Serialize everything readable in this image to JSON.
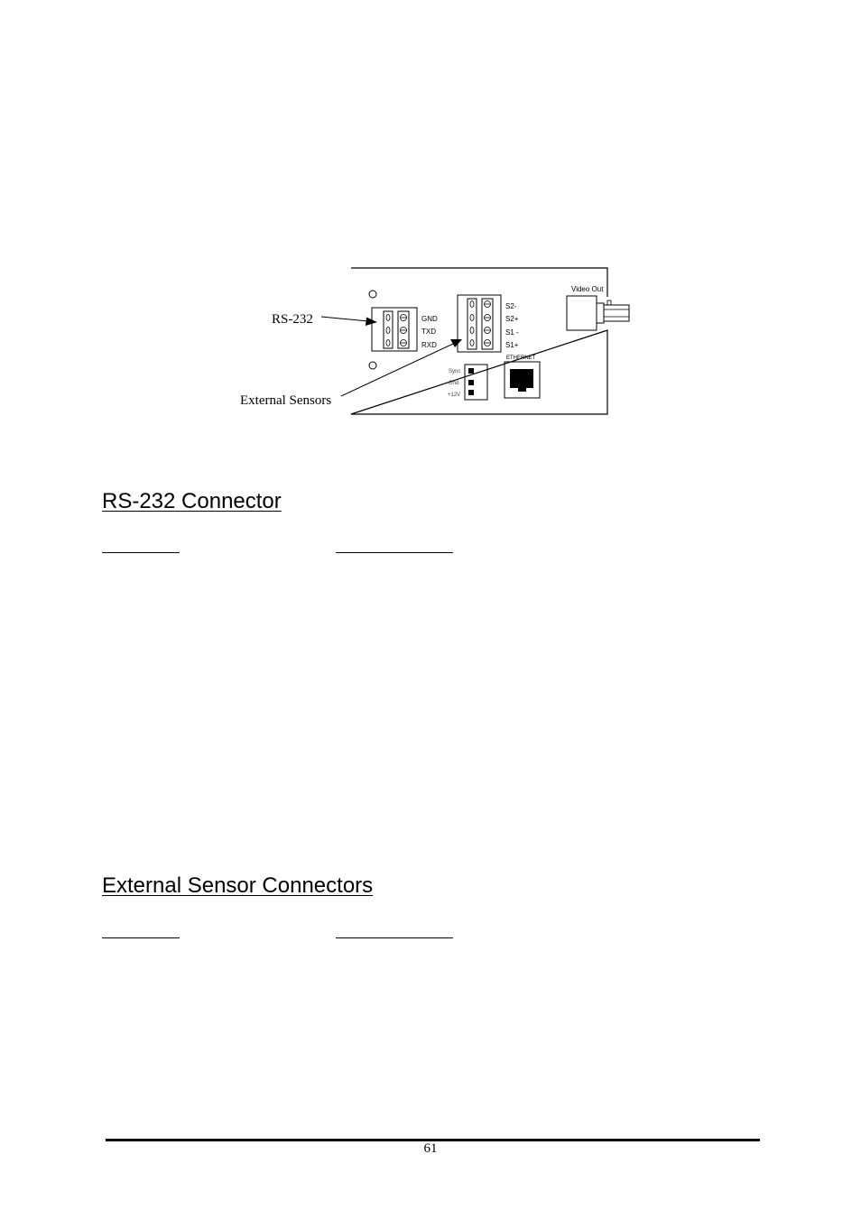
{
  "diagram": {
    "callouts": {
      "rs232": "RS-232",
      "external_sensors": "External Sensors"
    },
    "rs232_pins": [
      "GND",
      "TXD",
      "RXD"
    ],
    "sensor_pins": [
      "S2-",
      "S2+",
      "S1 -",
      "S1+"
    ],
    "header_pins": [
      "Sync",
      "Gnd",
      "+12V"
    ],
    "ethernet_label": "ETHERNET",
    "video_out_label": "Video Out"
  },
  "sections": {
    "rs232": {
      "title": "RS-232 Connector"
    },
    "sensors": {
      "title": "External Sensor Connectors"
    }
  },
  "footer": {
    "page_number": "61"
  }
}
